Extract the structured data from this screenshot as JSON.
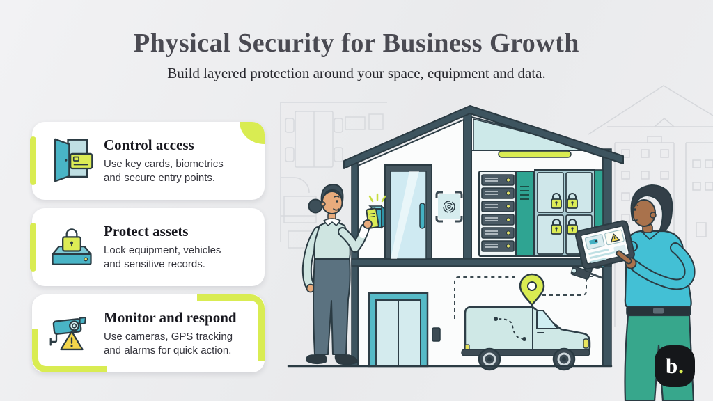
{
  "header": {
    "title": "Physical Security for Business Growth",
    "subtitle": "Build layered protection around your space, equipment and data."
  },
  "cards": [
    {
      "icon": "door-keycard-icon",
      "title": "Control access",
      "body": "Use key cards, biometrics\nand secure entry points."
    },
    {
      "icon": "padlock-safe-icon",
      "title": "Protect assets",
      "body": "Lock equipment, vehicles\nand sensitive records."
    },
    {
      "icon": "cctv-alert-icon",
      "title": "Monitor and respond",
      "body": "Use cameras, GPS tracking\nand alarms for quick action."
    }
  ],
  "logo": {
    "text": "b",
    "dot": "."
  },
  "theme": {
    "accent_lime": "#d9ec52",
    "teal": "#49b4c6",
    "teal_green": "#2fa492",
    "dark_slate": "#3d545f",
    "light_teal": "#cfe8ea",
    "title_color": "#4a4a52",
    "card_bg": "#ffffff"
  },
  "illustration": {
    "scene": "smart-building-cross-section",
    "elements": [
      "keycard-reader",
      "fingerprint-scanner",
      "glass-door",
      "server-rack",
      "locked-lockers",
      "ceiling-light",
      "elevator",
      "gps-route",
      "gps-pin",
      "delivery-van",
      "security-camera",
      "woman-with-keycard",
      "man-with-tablet",
      "blueprint-background",
      "city-outline-background"
    ]
  }
}
